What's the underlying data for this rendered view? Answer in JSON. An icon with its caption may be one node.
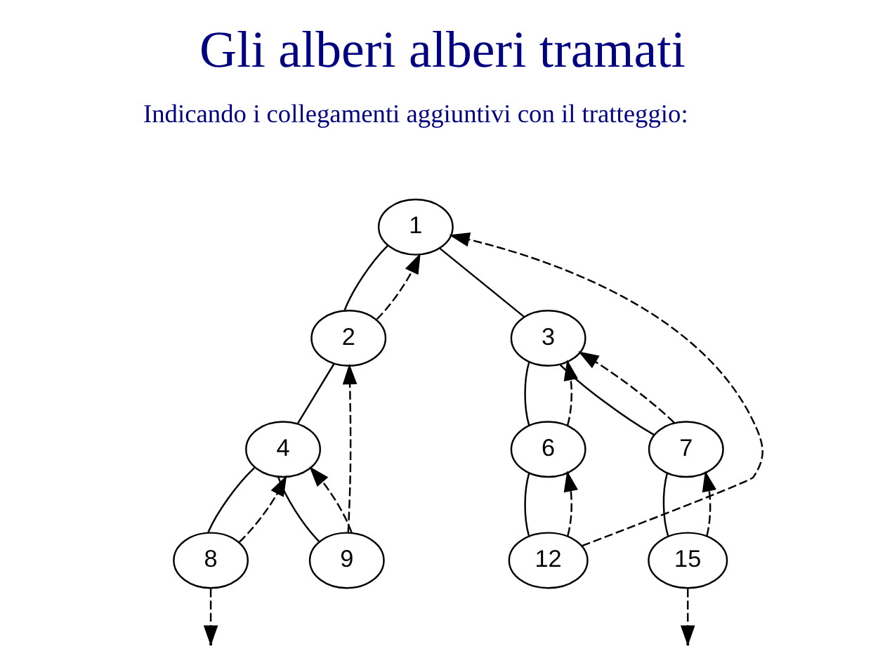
{
  "diagram": {
    "title": "Gli alberi alberi tramati",
    "nodes": [
      {
        "text": [
          "1"
        ]
      },
      {
        "text": [
          "2"
        ]
      },
      {
        "text": [
          "3"
        ]
      },
      {
        "text": [
          "4"
        ]
      },
      {
        "text": [
          "6"
        ]
      },
      {
        "text": [
          "7"
        ]
      },
      {
        "text": [
          "8"
        ]
      },
      {
        "text": [
          "9"
        ]
      },
      {
        "text": [
          "12"
        ]
      },
      {
        "text": [
          "15"
        ]
      }
    ],
    "edges": [
      {
        "from": 0,
        "to": 1,
        "arrow": "none"
      },
      {
        "from": 0,
        "to": 2,
        "arrow": "none"
      },
      {
        "from": 1,
        "to": 3,
        "arrow": "none"
      },
      {
        "from": 2,
        "to": 4,
        "arrow": "none"
      },
      {
        "from": 2,
        "to": 5,
        "arrow": "none"
      },
      {
        "from": 3,
        "to": 6,
        "arrow": "none"
      },
      {
        "from": 3,
        "to": 7,
        "arrow": "none"
      },
      {
        "from": 4,
        "to": 8,
        "arrow": "none"
      },
      {
        "from": 5,
        "to": 9,
        "arrow": "none"
      },
      {
        "from": 1,
        "to": 0,
        "arrow": "to",
        "style": "dashed"
      },
      {
        "from": 6,
        "to": 3,
        "arrow": "to",
        "style": "dashed"
      },
      {
        "from": 7,
        "to": 3,
        "arrow": "to",
        "style": "dashed"
      },
      {
        "from": 7,
        "to": 1,
        "arrow": "to",
        "style": "dashed"
      },
      {
        "from": 8,
        "to": 0,
        "arrow": "to",
        "style": "dashed"
      },
      {
        "from": 8,
        "to": 4,
        "arrow": "to",
        "style": "dashed"
      },
      {
        "from": 4,
        "to": 2,
        "arrow": "to",
        "style": "dashed"
      },
      {
        "from": 5,
        "to": 2,
        "arrow": "to",
        "style": "dashed"
      },
      {
        "from": 9,
        "to": 5,
        "arrow": "to",
        "style": "dashed"
      },
      {
        "from": 6,
        "to": null,
        "arrow": "to",
        "style": "dashed"
      },
      {
        "from": 9,
        "to": null,
        "arrow": "to",
        "style": "dashed"
      }
    ],
    "labels": [
      "Indicando i collegamenti aggiuntivi con il tratteggio:"
    ]
  }
}
